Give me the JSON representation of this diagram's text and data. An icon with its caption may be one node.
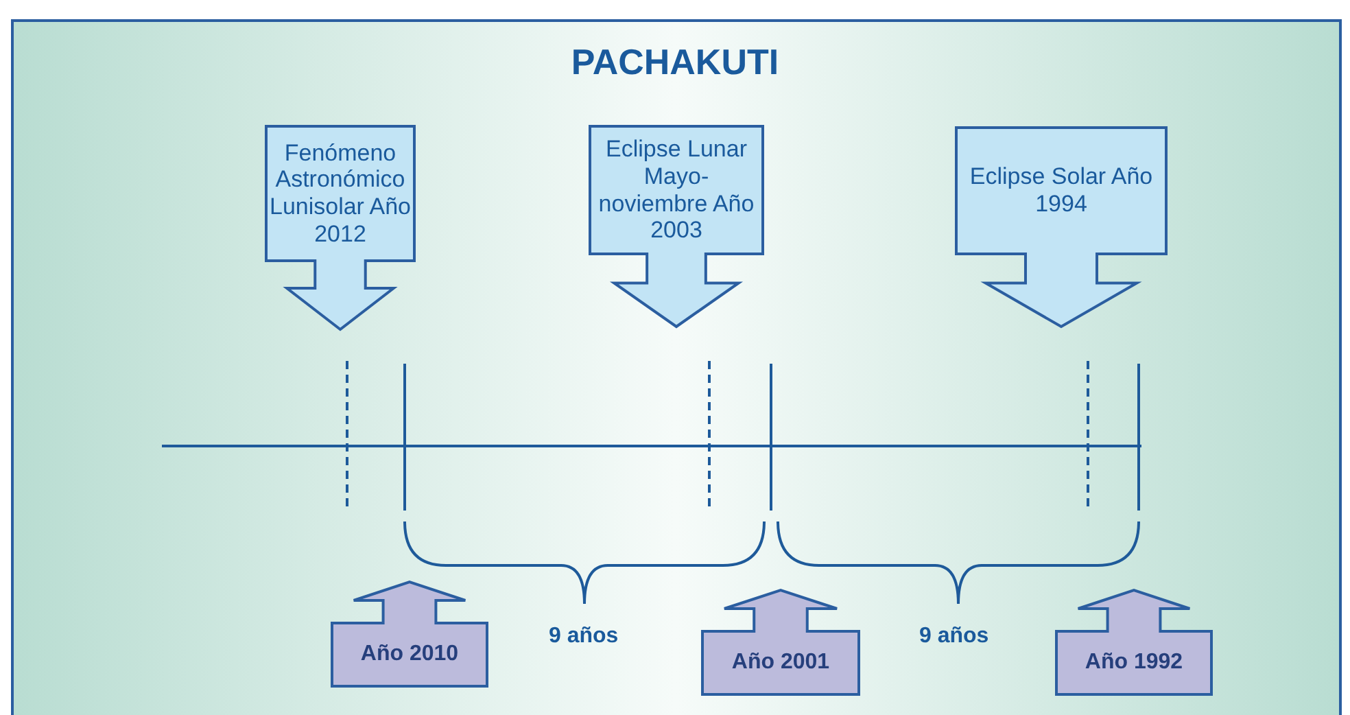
{
  "diagram": {
    "title": "PACHAKUTI",
    "nodes": [
      {
        "text": [
          "Fenómeno Astronómico Lunisolar Año 2012"
        ]
      },
      {
        "text": [
          "Eclipse Lunar Mayo-noviembre Año 2003"
        ]
      },
      {
        "text": [
          "Eclipse Solar Año 1994"
        ]
      },
      {
        "text": [
          "Año 2010"
        ]
      },
      {
        "text": [
          "Año 2001"
        ]
      },
      {
        "text": [
          "Año 1992"
        ]
      }
    ],
    "edges": [],
    "labels": [
      "9 años",
      "9 años"
    ]
  }
}
